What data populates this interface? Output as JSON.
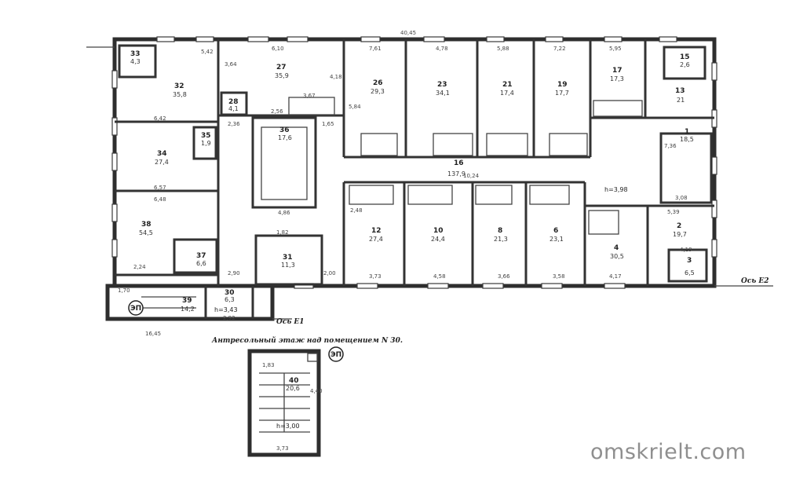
{
  "overall_length": "40,45",
  "caption": "Антресольный этаж над помещением N 30.",
  "watermark": "omskrielt.com",
  "axis_e1": "Ось Е1",
  "axis_e2": "Ось Е2",
  "stair_mark": "ЭП",
  "corridor_height": "h=3,98",
  "stair_height": "h=3,43",
  "mezz_height": "h=3,00",
  "rooms": [
    {
      "id": "r33",
      "num": "33",
      "area": "4,3"
    },
    {
      "id": "r32",
      "num": "32",
      "area": "35,8"
    },
    {
      "id": "r27",
      "num": "27",
      "area": "35,9"
    },
    {
      "id": "r28",
      "num": "28",
      "area": "4,1"
    },
    {
      "id": "r26",
      "num": "26",
      "area": "29,3"
    },
    {
      "id": "r23",
      "num": "23",
      "area": "34,1"
    },
    {
      "id": "r21",
      "num": "21",
      "area": "17,4"
    },
    {
      "id": "r19",
      "num": "19",
      "area": "17,7"
    },
    {
      "id": "r17",
      "num": "17",
      "area": "17,3"
    },
    {
      "id": "r15",
      "num": "15",
      "area": "2,6"
    },
    {
      "id": "r13",
      "num": "13",
      "area": "21"
    },
    {
      "id": "r34",
      "num": "34",
      "area": "27,4"
    },
    {
      "id": "r35",
      "num": "35",
      "area": "1,9"
    },
    {
      "id": "r36",
      "num": "36",
      "area": "17,6"
    },
    {
      "id": "r16",
      "num": "16",
      "area": "137,9"
    },
    {
      "id": "r1",
      "num": "1",
      "area": "18,5"
    },
    {
      "id": "r38",
      "num": "38",
      "area": "54,5"
    },
    {
      "id": "r37",
      "num": "37",
      "area": "6,6"
    },
    {
      "id": "r31",
      "num": "31",
      "area": "11,3"
    },
    {
      "id": "r12",
      "num": "12",
      "area": "27,4"
    },
    {
      "id": "r10",
      "num": "10",
      "area": "24,4"
    },
    {
      "id": "r8",
      "num": "8",
      "area": "21,3"
    },
    {
      "id": "r6",
      "num": "6",
      "area": "23,1"
    },
    {
      "id": "r4",
      "num": "4",
      "area": "30,5"
    },
    {
      "id": "r2",
      "num": "2",
      "area": "19,7"
    },
    {
      "id": "r3",
      "num": "3",
      "area": "6,5"
    },
    {
      "id": "r39",
      "num": "39",
      "area": "14,2"
    },
    {
      "id": "r30",
      "num": "30",
      "area": "6,3"
    },
    {
      "id": "r40",
      "num": "40",
      "area": "20,6"
    }
  ],
  "dims_top": [
    "7,61",
    "4,78",
    "5,88",
    "7,22",
    "5,95"
  ],
  "dims_bottom": [
    "2,90",
    "2,00",
    "3,73",
    "4,58",
    "3,66",
    "3,58",
    "4,17"
  ],
  "dims_left": [
    "6,42",
    "6,57",
    "6,48",
    "2,24"
  ],
  "dims_misc": [
    "6,10",
    "5,42",
    "3,67",
    "2,56",
    "1,65",
    "4,18",
    "5,84",
    "7,36",
    "2,48",
    "4,86",
    "1,82",
    "3,64",
    "2,36",
    "16,45",
    "1,70",
    "2,92",
    "10,24",
    "3,08",
    "5,39",
    "4,19",
    "1,83",
    "3,73",
    "4,40"
  ]
}
